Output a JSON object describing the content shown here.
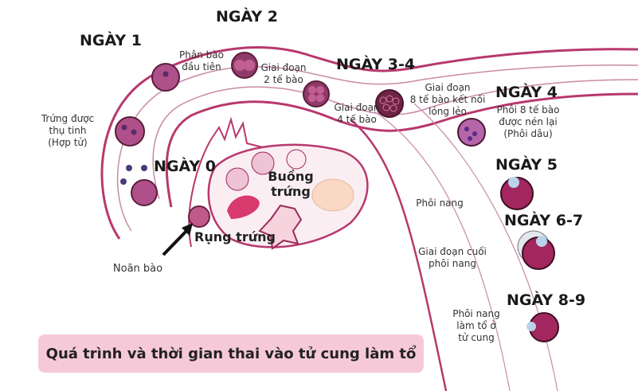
{
  "days": {
    "d0": "NGÀY 0",
    "d1": "NGÀY 1",
    "d2": "NGÀY 2",
    "d34": "NGÀY 3-4",
    "d4": "NGÀY 4",
    "d5": "NGÀY 5",
    "d67": "NGÀY 6-7",
    "d89": "NGÀY 8-9"
  },
  "labels": {
    "fertilized": "Trứng được\nthụ tinh\n(Hợp tử)",
    "first_division": "Phân bào\nđầu tiên",
    "two_cell": "Giai đoạn\n2 tế bào",
    "four_cell": "Giai đoạn\n4 tế bào",
    "eight_cell": "Giai đoạn\n8 tế bào kết nối\nlỏng lẻo",
    "morula": "Phôi 8 tế bào\nđược nén lại\n(Phôi dâu)",
    "blastocyst": "Phôi nang",
    "late_blastocyst": "Giai đoạn cuối\nphôi nang",
    "implantation": "Phôi nang\nlàm tổ ở\ntử cung",
    "ovary": "Buồng\ntrứng",
    "ovulation": "Rụng trứng",
    "follicle": "Noãn bào"
  },
  "caption": "Quá trình và thời gian thai vào tử cung làm tổ",
  "colors": {
    "tube": "#b8386e",
    "cell": "#b0508a",
    "blastocyst": "#a3265e",
    "caption_bg": "#f6c9d9"
  }
}
